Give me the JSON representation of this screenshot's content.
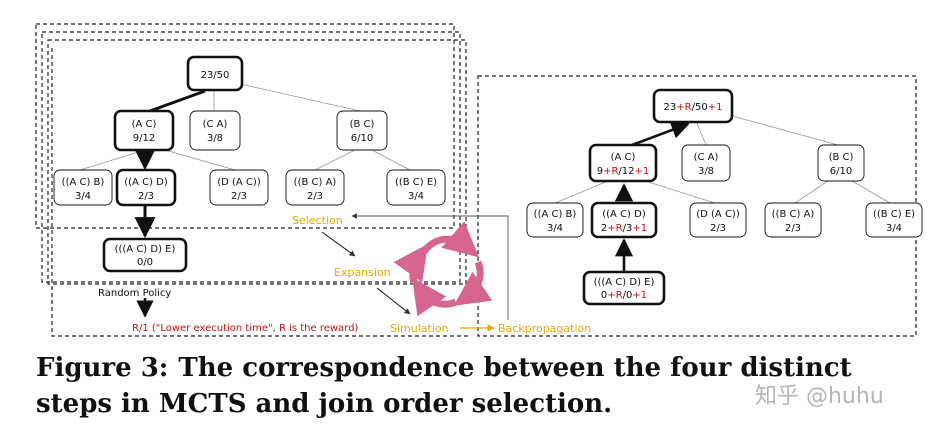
{
  "left_tree": {
    "root": "23/50",
    "ac_name": "(A C)",
    "ac_val": "9/12",
    "ca_name": "(C A)",
    "ca_val": "3/8",
    "bc_name": "(B C)",
    "bc_val": "6/10",
    "acb_name": "((A C) B)",
    "acb_val": "3/4",
    "acd_name": "((A C) D)",
    "acd_val": "2/3",
    "dac_name": "(D (A C))",
    "dac_val": "2/3",
    "bca_name": "((B C) A)",
    "bca_val": "2/3",
    "bce_name": "((B C) E)",
    "bce_val": "3/4",
    "acde_name": "(((A C) D) E)",
    "acde_val": "0/0"
  },
  "right_tree": {
    "root_a": "23",
    "root_b": "+R",
    "root_c": "/50",
    "root_d": "+1",
    "ac_name": "(A C)",
    "ac_a": "9",
    "ac_b": "+R",
    "ac_c": "/12",
    "ac_d": "+1",
    "ca_name": "(C A)",
    "ca_val": "3/8",
    "bc_name": "(B C)",
    "bc_val": "6/10",
    "acb_name": "((A C) B)",
    "acb_val": "3/4",
    "acd_name": "((A C) D)",
    "acd_a": "2",
    "acd_b": "+R",
    "acd_c": "/3",
    "acd_d": "+1",
    "dac_name": "(D (A C))",
    "dac_val": "2/3",
    "bca_name": "((B C) A)",
    "bca_val": "2/3",
    "bce_name": "((B C) E)",
    "bce_val": "3/4",
    "acde_name": "(((A C) D) E)",
    "acde_a": "0",
    "acde_b": "+R",
    "acde_c": "/0",
    "acde_d": "+1"
  },
  "steps": {
    "selection": "Selection",
    "expansion": "Expansion",
    "simulation": "Simulation",
    "backpropagation": "Backpropagation"
  },
  "random_policy": "Random Policy",
  "reward_note": "R/1 (\"Lower execution time\", R is the reward)",
  "caption": {
    "label": "Figure 3:",
    "text": "The correspondence between the four distinct steps in MCTS and join order selection."
  },
  "watermark": "知乎 @huhu",
  "colors": {
    "step": "#e6a800",
    "red": "#cc1111",
    "cycle": "#d6668f"
  }
}
